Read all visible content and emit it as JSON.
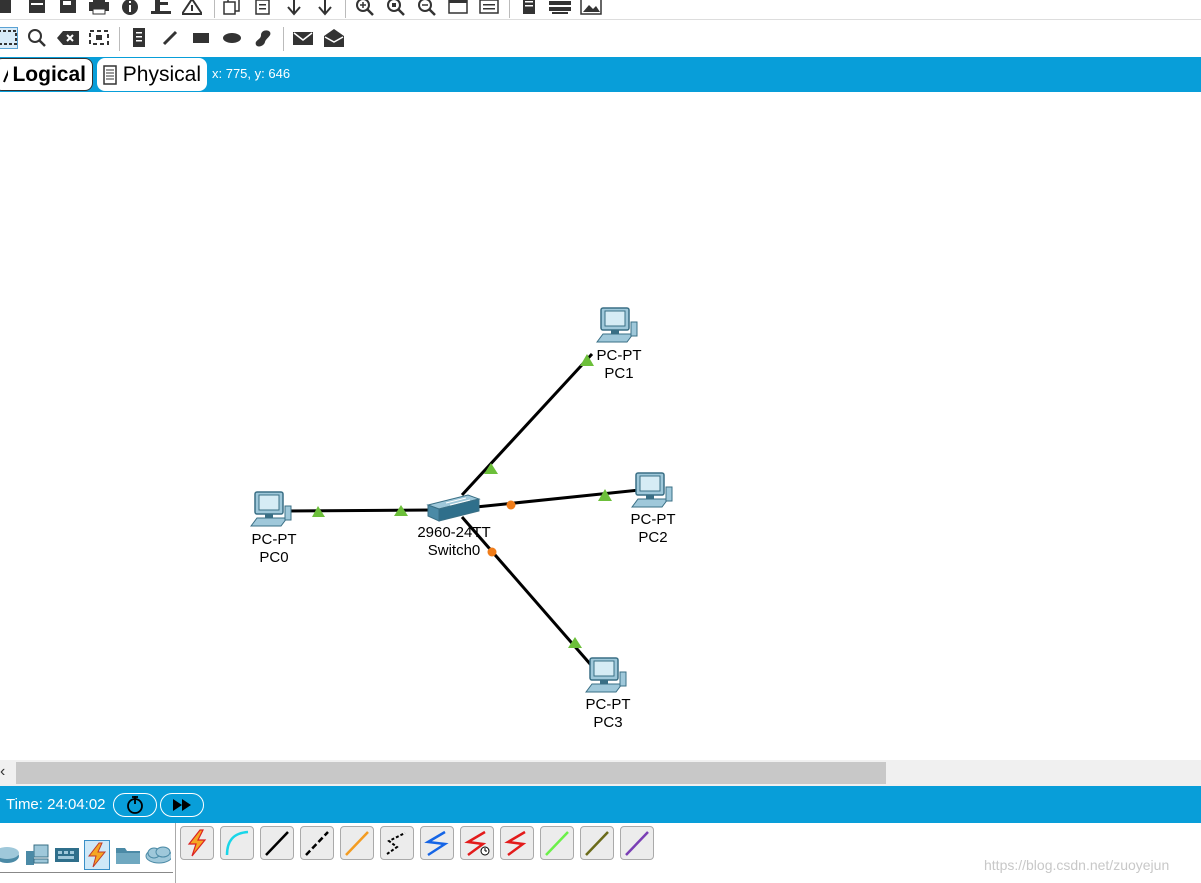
{
  "tabs": {
    "logical": "Logical",
    "physical": "Physical",
    "coords": "x: 775, y: 646"
  },
  "topology": {
    "switch": {
      "model": "2960-24TT",
      "name": "Switch0"
    },
    "pcs": [
      {
        "model": "PC-PT",
        "name": "PC0"
      },
      {
        "model": "PC-PT",
        "name": "PC1"
      },
      {
        "model": "PC-PT",
        "name": "PC2"
      },
      {
        "model": "PC-PT",
        "name": "PC3"
      }
    ],
    "link_colors": {
      "up": "#6cbf3a",
      "blocking": "#f07d1a"
    }
  },
  "status": {
    "time": "Time: 24:04:02"
  },
  "cable_types": [
    {
      "name": "Automatic",
      "color": "#f5a623"
    },
    {
      "name": "Console",
      "color": "#19d6e8"
    },
    {
      "name": "Copper Straight-Through",
      "color": "#000000"
    },
    {
      "name": "Copper Cross-Over",
      "color": "#000000"
    },
    {
      "name": "Fiber",
      "color": "#f39c22"
    },
    {
      "name": "Phone",
      "color": "#000000"
    },
    {
      "name": "Coaxial",
      "color": "#1565e6"
    },
    {
      "name": "Serial DCE",
      "color": "#e31b1b"
    },
    {
      "name": "Serial DTE",
      "color": "#e31b1b"
    },
    {
      "name": "Octal",
      "color": "#6cf04a"
    },
    {
      "name": "IoT Custom Cable",
      "color": "#6b6b1a"
    },
    {
      "name": "USB",
      "color": "#7a3fb5"
    }
  ],
  "watermark": "https://blog.csdn.net/zuoyejun"
}
